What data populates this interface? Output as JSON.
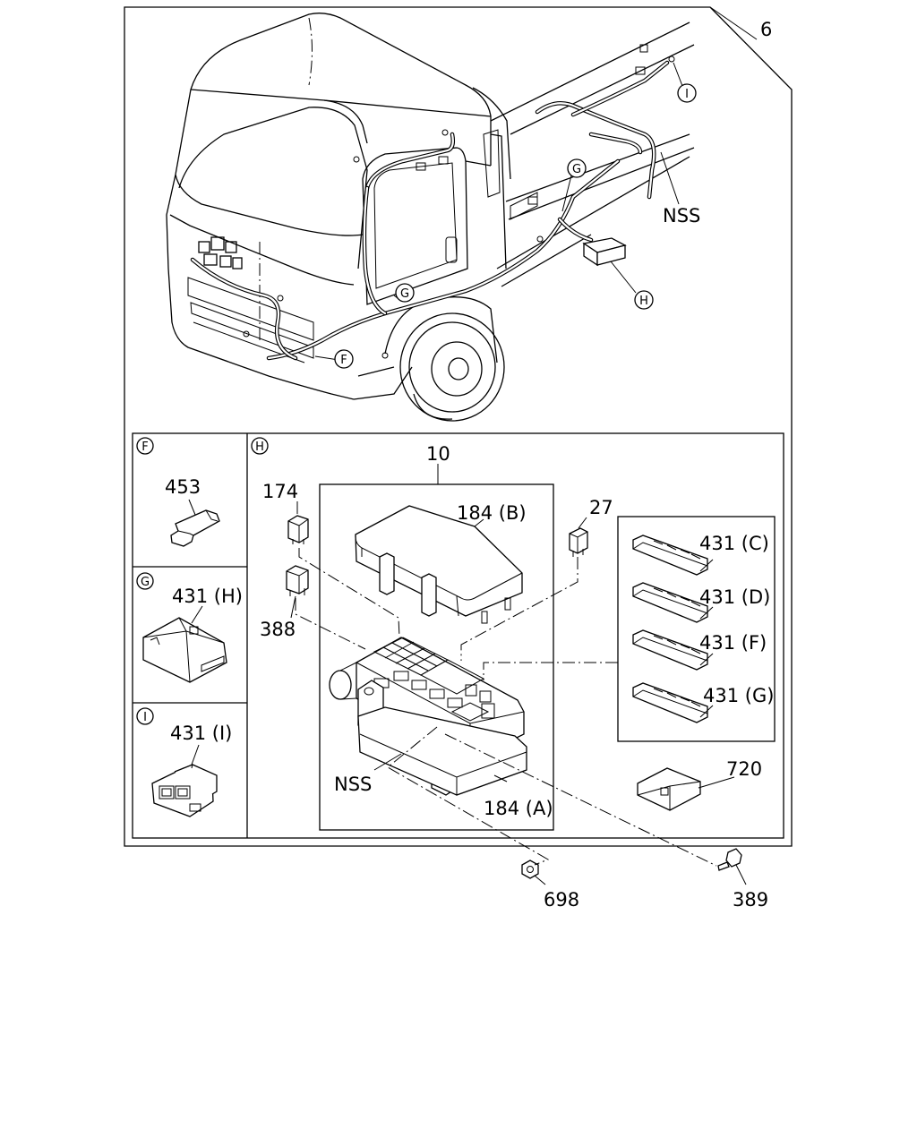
{
  "callouts": {
    "assembly": "6",
    "harness_nss": "NSS",
    "box_nss": "NSS",
    "fuse_box": "10",
    "cover_upper": "184 (B)",
    "cover_lower": "184 (A)",
    "relay_174": "174",
    "relay_388": "388",
    "fuse_27": "27",
    "connector_c": "431 (C)",
    "connector_d": "431 (D)",
    "connector_f": "431 (F)",
    "connector_g": "431 (G)",
    "bracket": "720",
    "nut": "698",
    "bolt": "389",
    "clip_453": "453",
    "connector_h": "431 (H)",
    "connector_i": "431 (I)"
  },
  "markers": {
    "f": "F",
    "g": "G",
    "h": "H",
    "i": "I"
  },
  "inset_headers": {
    "f": "F",
    "g": "G",
    "h": "H",
    "i": "I"
  }
}
